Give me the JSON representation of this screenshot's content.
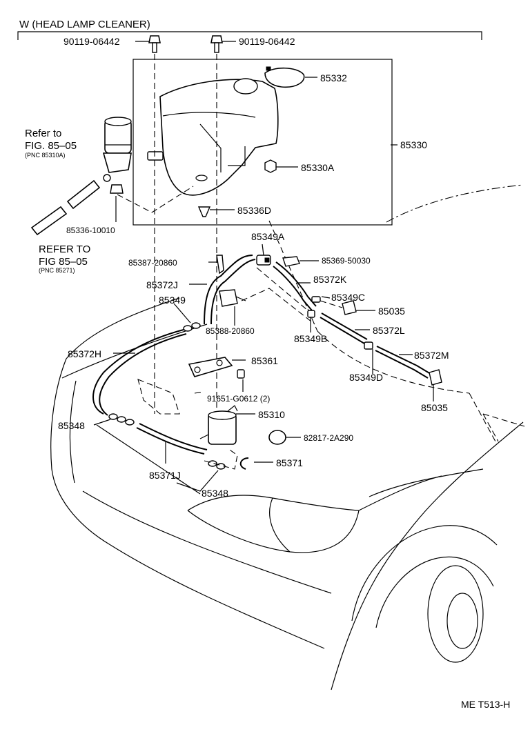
{
  "header": {
    "title": "W (HEAD LAMP CLEANER)"
  },
  "footer": {
    "figure_code": "ME T513-H"
  },
  "refs": {
    "motor_ref_line1": "Refer to",
    "motor_ref_line2": "FIG. 85–05",
    "motor_ref_pnc": "(PNC 85310A)",
    "hose_ref_line1": "REFER TO",
    "hose_ref_line2": "FIG 85–05",
    "hose_ref_pnc": "(PNC 85271)"
  },
  "parts": {
    "bolt_left": "90119-06442",
    "bolt_right": "90119-06442",
    "cap": "85332",
    "tank": "85330",
    "grommet": "85330A",
    "clip_tank": "85336D",
    "plug_left": "85336-10010",
    "clamp_top": "85387-20860",
    "check_valve_a": "85349A",
    "clamp_right": "85369-50030",
    "hose_j": "85372J",
    "hose_k": "85372K",
    "joint_349": "85349",
    "joint_c": "85349C",
    "nozzle_upper": "85035",
    "clamp_388": "85388-20860",
    "hose_l": "85372L",
    "joint_b": "85349B",
    "hose_h": "85372H",
    "bracket": "85361",
    "hose_m": "85372M",
    "joint_d": "85349D",
    "bolt_bracket": "91651-G0612 (2)",
    "nozzle_lower": "85035",
    "pump": "85310",
    "grommet_pump": "82817-2A290",
    "joint_348_left": "85348",
    "elbow": "85371",
    "hose_371j": "85371J",
    "joint_348_bottom": "85348"
  }
}
